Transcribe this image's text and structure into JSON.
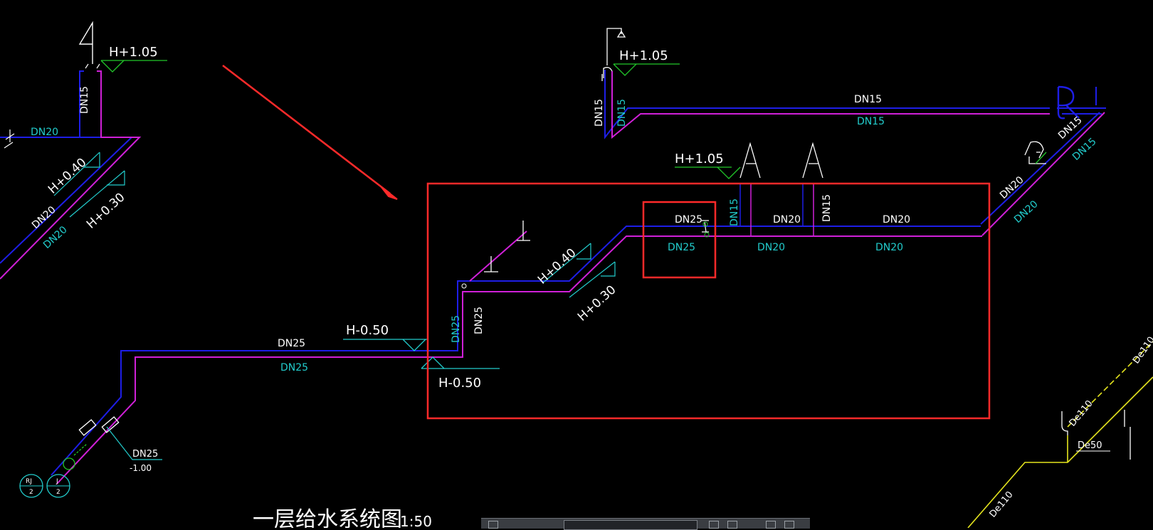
{
  "drawing": {
    "title": "一层给水系统图",
    "scale": "1:50",
    "colors": {
      "background": "#000000",
      "cold_pipe": "#1e1ee6",
      "hot_pipe": "#d020d8",
      "white_text": "#ffffff",
      "cyan": "#22cccc",
      "green": "#22c82a",
      "yellow": "#e6e61e",
      "highlight": "#ff2a2a"
    },
    "labels": {
      "h105_left": "H+1.05",
      "dn15_left_riser": "DN15",
      "dn20_left_top": "DN20",
      "h040_left": "H+0.40",
      "h030_left": "H+0.30",
      "dn20_left_diag_w": "DN20",
      "dn20_left_diag_c": "DN20",
      "h105_top": "H+1.05",
      "dn15_top_riser_w": "DN15",
      "dn15_top_riser_c": "DN15",
      "dn15_top_main_w": "DN15",
      "dn15_top_main_c": "DN15",
      "dn15_right_diag_w": "DN15",
      "dn15_right_diag_c": "DN15",
      "h105_mid": "H+1.05",
      "dn20_right_diag_w": "DN20",
      "dn20_right_diag_c": "DN20",
      "dn25_box_w": "DN25",
      "dn25_box_c": "DN25",
      "dn15_mid_riser": "DN15",
      "dn20_mid_w": "DN20",
      "dn20_mid_c": "DN20",
      "dn15_mid_riser2": "DN15",
      "dn20_right_w": "DN20",
      "dn20_right_c": "DN20",
      "h040_center": "H+0.40",
      "h030_center": "H+0.30",
      "dn25_riser_c": "DN25",
      "dn25_riser_w": "DN25",
      "h050_upper": "H-0.50",
      "h050_lower": "H-0.50",
      "dn25_main_w": "DN25",
      "dn25_main_c": "DN25",
      "dn25_entry": "DN25",
      "entry_level": "-1.00",
      "rj_code": "RJ",
      "rj_num": "2",
      "j_code": "J",
      "j_num": "2",
      "de110_upper": "De110",
      "de110_mid": "De110",
      "de50": "De50",
      "de110_lower": "De110"
    }
  }
}
